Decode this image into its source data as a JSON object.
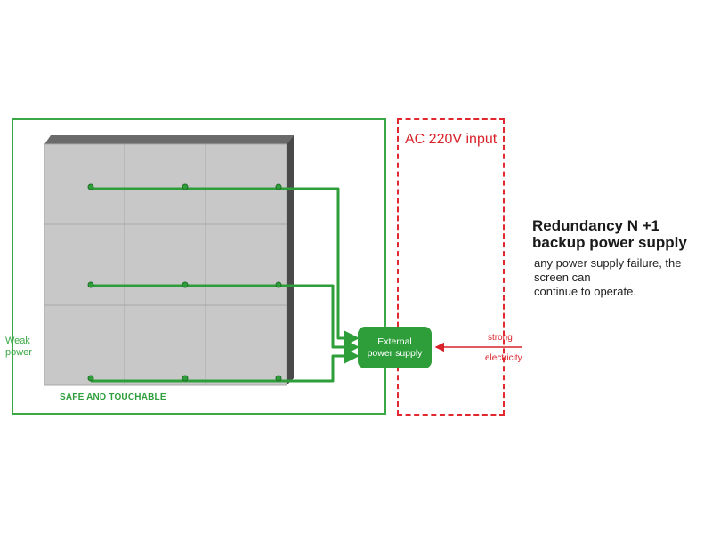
{
  "diagram": {
    "ac_zone_label": "AC 220V input",
    "weak_power_label": "Weak power",
    "safe_label": "SAFE AND TOUCHABLE",
    "power_supply": {
      "line1": "External",
      "line2": "power supply"
    },
    "strong_label": "strong",
    "electricity_label": "electricity",
    "title": "Redundancy N +1 backup power supply",
    "description_line1": "any power supply failure, the screen can",
    "description_line2": "continue to operate.",
    "colors": {
      "weak_green": "#3aa845",
      "psu_green": "#2e9e3a",
      "strong_red": "#d9232a",
      "panel_gray": "#c8c8c8"
    }
  }
}
